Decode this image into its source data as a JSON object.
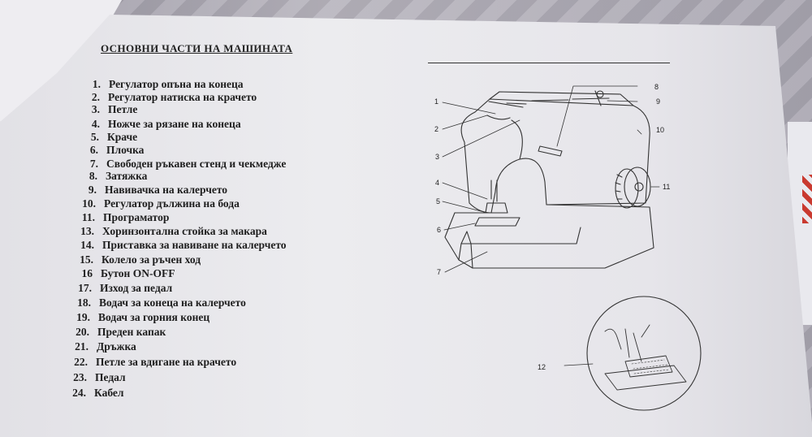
{
  "title": "ОСНОВНИ ЧАСТИ НА МАШИНАТА",
  "parts": [
    {
      "num": "1.",
      "text": "Регулатор опъна на конеца"
    },
    {
      "num": "2.",
      "text": "Регулатор натиска на крачето"
    },
    {
      "num": "3.",
      "text": "Петле"
    },
    {
      "num": "4.",
      "text": "Ножче за рязане на конеца"
    },
    {
      "num": "5.",
      "text": "Краче"
    },
    {
      "num": "6.",
      "text": "Плочка"
    },
    {
      "num": "7.",
      "text": "Свободен ръкавен стенд и чекмедже"
    },
    {
      "num": "8.",
      "text": "Затяжка"
    },
    {
      "num": "9.",
      "text": "Навивачка на калерчето"
    },
    {
      "num": "10.",
      "text": "Регулатор дължина на бода"
    },
    {
      "num": "11.",
      "text": "Програматор"
    },
    {
      "num": "13.",
      "text": "Хоринзонтална стойка за макара"
    },
    {
      "num": "14.",
      "text": "Приставка за навиване на калерчето"
    },
    {
      "num": "15.",
      "text": "Колело за ръчен ход"
    },
    {
      "num": "16",
      "text": "Бутон ON-OFF"
    },
    {
      "num": "17.",
      "text": "Изход за педал"
    },
    {
      "num": "18.",
      "text": "Водач за конеца на калерчето"
    },
    {
      "num": "19.",
      "text": "Водач за горния конец"
    },
    {
      "num": "20.",
      "text": "Преден капак"
    },
    {
      "num": "21.",
      "text": "Дръжка"
    },
    {
      "num": "22.",
      "text": "Петле за вдигане на крачето"
    },
    {
      "num": "23.",
      "text": "Педал"
    },
    {
      "num": "24.",
      "text": "Кабел"
    }
  ],
  "diagram_labels": [
    "1",
    "2",
    "3",
    "4",
    "5",
    "6",
    "7",
    "8",
    "9",
    "10",
    "11",
    "12"
  ]
}
